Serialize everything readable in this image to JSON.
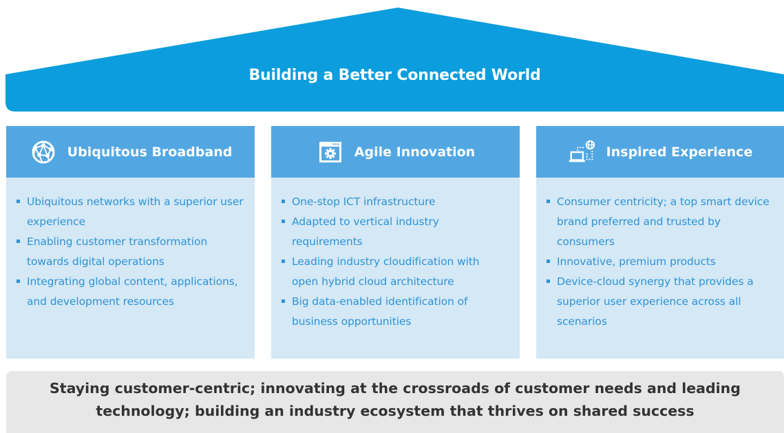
{
  "roof": {
    "title": "Building a Better Connected World",
    "color": "#0b9ddd"
  },
  "pillars": [
    {
      "title": "Ubiquitous Broadband",
      "icon": "globe-network-icon",
      "bullets": [
        "Ubiquitous networks with a superior user experience",
        "Enabling customer transformation towards digital operations",
        "Integrating global content, applications, and development resources"
      ]
    },
    {
      "title": "Agile Innovation",
      "icon": "gear-window-icon",
      "bullets": [
        "One-stop ICT infrastructure",
        "Adapted to vertical industry requirements",
        "Leading industry cloudification with open hybrid cloud architecture",
        "Big data-enabled identification of business opportunities"
      ]
    },
    {
      "title": "Inspired Experience",
      "icon": "laptop-globe-icon",
      "bullets": [
        "Consumer centricity; a top smart device brand preferred and trusted by consumers",
        "Innovative, premium products",
        "Device-cloud synergy that provides a superior user experience across all scenarios"
      ]
    }
  ],
  "foundation": {
    "line1": "Staying customer-centric; innovating at the crossroads of customer needs and leading",
    "line2": "technology; building an industry ecosystem that thrives on shared success"
  },
  "colors": {
    "pillar_header": "#52a7e2",
    "pillar_body": "#d4e8f6",
    "bullet_text": "#2f93d4",
    "foundation": "#e7e7e7"
  }
}
